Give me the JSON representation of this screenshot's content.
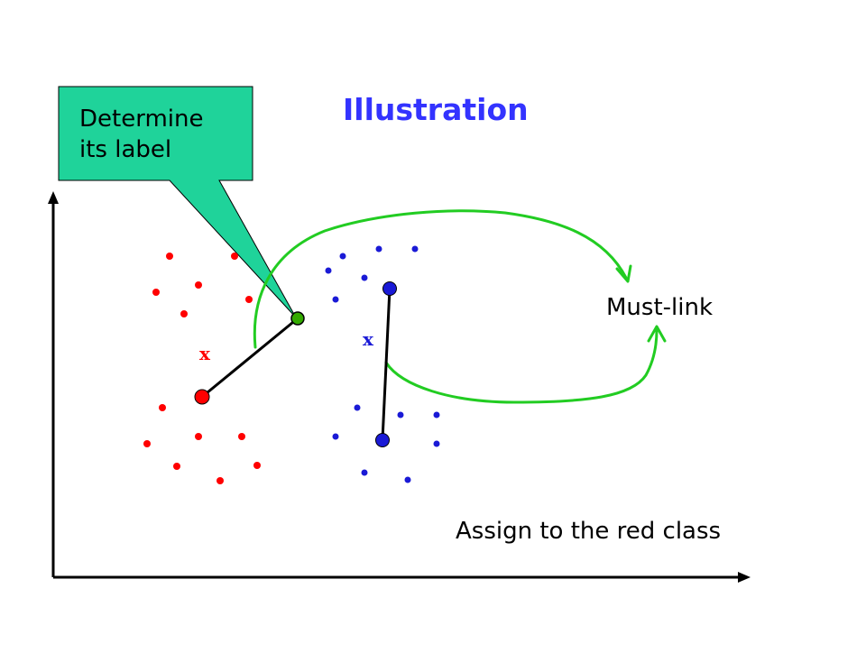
{
  "title": "Illustration",
  "callout": {
    "line1": "Determine",
    "line2": "its label"
  },
  "constraint_label": "Must-link",
  "result_text": "Assign to the red class",
  "marks": {
    "red_x": "x",
    "blue_x": "x"
  },
  "colors": {
    "title": "#3333ff",
    "red_points": "#ff0000",
    "blue_points": "#1a1ad6",
    "query_point": "#33aa00",
    "callout_fill": "#1fd39a",
    "arrow": "#22cc22",
    "axis": "#000000"
  },
  "icons": [
    "must-link-arrow",
    "axis-arrow"
  ]
}
